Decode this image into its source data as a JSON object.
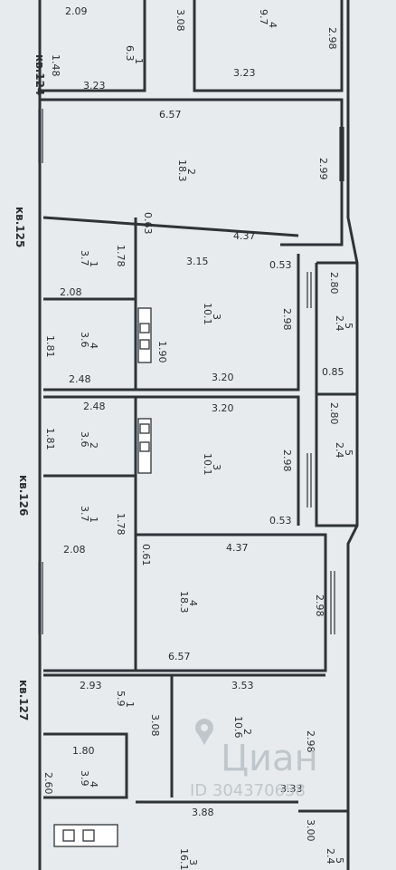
{
  "side_labels": [
    "кв.124",
    "кв.125",
    "кв.126",
    "кв.127"
  ],
  "rooms": [
    {
      "num": "1",
      "area": "6.3"
    },
    {
      "num": "4",
      "area": "9.7"
    },
    {
      "num": "2",
      "area": "18.3"
    },
    {
      "num": "1",
      "area": "3.7"
    },
    {
      "num": "4",
      "area": "3.6"
    },
    {
      "num": "3",
      "area": "10.1"
    },
    {
      "num": "5",
      "area": "2.4"
    },
    {
      "num": "2",
      "area": "3.6"
    },
    {
      "num": "3",
      "area": "10.1"
    },
    {
      "num": "5",
      "area": "2.4"
    },
    {
      "num": "1",
      "area": "3.7"
    },
    {
      "num": "4",
      "area": "18.3"
    },
    {
      "num": "1",
      "area": "5.9"
    },
    {
      "num": "2",
      "area": "10.6"
    },
    {
      "num": "4",
      "area": "3.9"
    },
    {
      "num": "3",
      "area": "16.1"
    },
    {
      "num": "5",
      "area": "2.4"
    }
  ],
  "dimensions": [
    "2.09",
    "3.08",
    "2.98",
    "1.48",
    "3.23",
    "3.23",
    "6.57",
    "2.99",
    "0.63",
    "4.37",
    "1.78",
    "3.15",
    "0.53",
    "2.80",
    "2.08",
    "2.98",
    "1.81",
    "1.90",
    "2.48",
    "3.20",
    "0.85",
    "2.48",
    "3.20",
    "2.80",
    "1.81",
    "2.98",
    "0.53",
    "1.78",
    "2.08",
    "0.61",
    "4.37",
    "2.98",
    "6.57",
    "2.93",
    "3.53",
    "3.08",
    "2.98",
    "1.80",
    "2.60",
    "3.33",
    "3.88",
    "3.00"
  ],
  "watermark": {
    "brand": "Циан",
    "id": "ID 304370658"
  }
}
